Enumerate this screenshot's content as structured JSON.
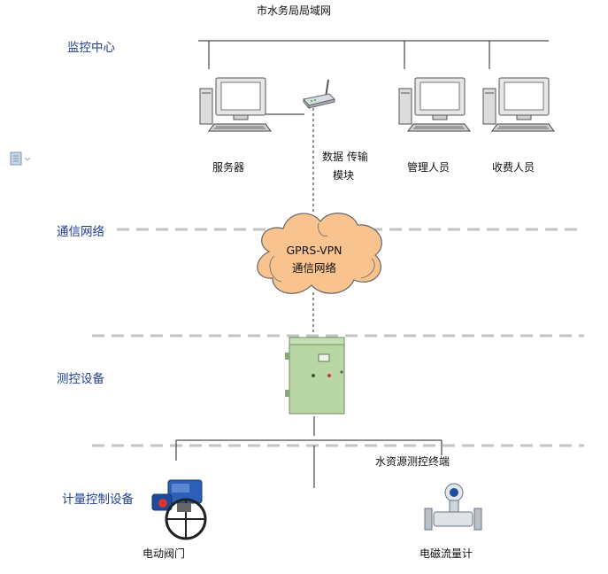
{
  "diagram": {
    "title": "市水务局局域网",
    "sections": {
      "monitoring_center": "监控中心",
      "communication_network": "通信网络",
      "measurement_control_device": "测控设备",
      "metering_control_device": "计量控制设备"
    },
    "nodes": {
      "server": "服务器",
      "transfer_module_line1": "数据 传输",
      "transfer_module_line2": "模块",
      "manager": "管理人员",
      "toll_collector": "收费人员",
      "cloud_line1": "GPRS-VPN",
      "cloud_line2": "通信网络",
      "terminal": "水资源测控终端",
      "electric_valve": "电动阀门",
      "flow_meter": "电磁流量计"
    }
  },
  "colors": {
    "section_text": "#1f3e8f",
    "cloud_fill": "#f8c38e",
    "cabinet_green": "#b9d6a5",
    "dashed_divider": "#c4c4c4",
    "valve_blue": "#2b5fb8"
  },
  "icons": {
    "doc_margin_icon": "document-icon"
  }
}
